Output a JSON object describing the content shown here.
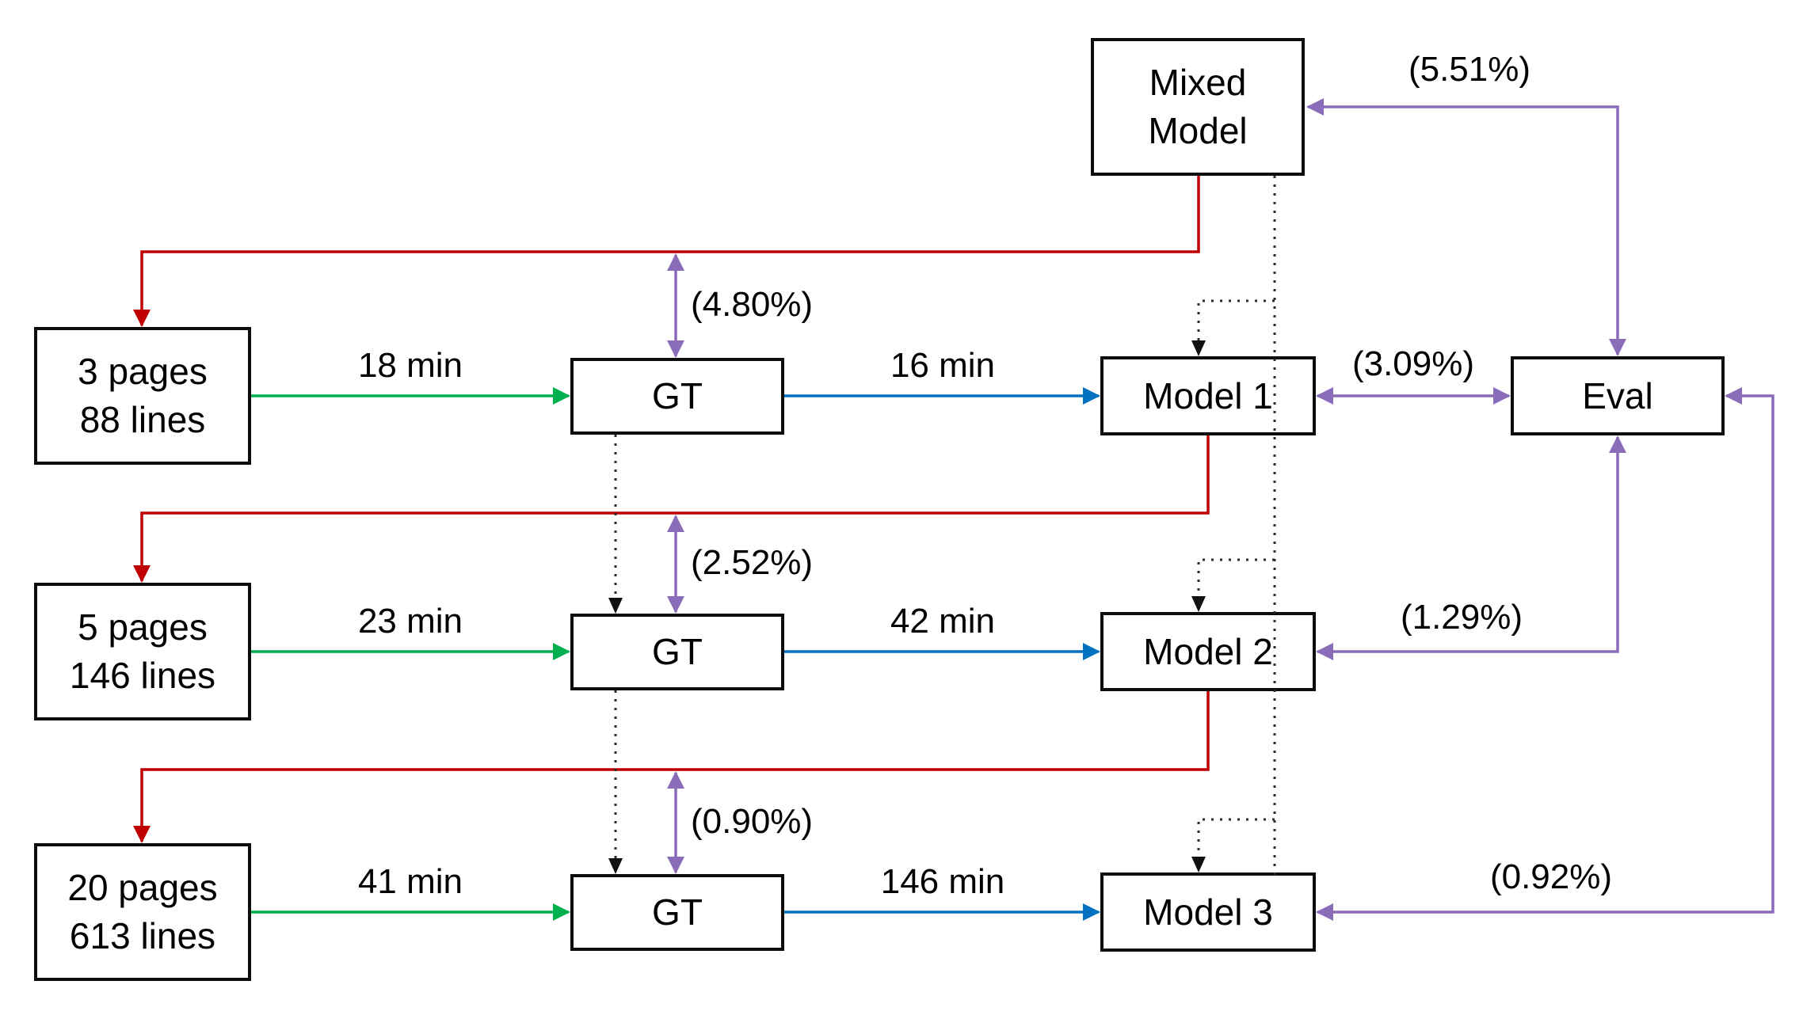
{
  "colors": {
    "red": "#c00000",
    "green": "#00b050",
    "blue": "#0070c0",
    "purple": "#8a6cb9",
    "line_black": "#2b2b2b",
    "box_border": "#0d0d0d",
    "text": "#000000",
    "background": "#ffffff"
  },
  "mixed_model": {
    "line1": "Mixed",
    "line2": "Model"
  },
  "eval_box": {
    "label": "Eval"
  },
  "mixed_eval_pct": "(5.51%)",
  "rows": [
    {
      "doc_line1": "3 pages",
      "doc_line2": "88 lines",
      "gt_label": "GT",
      "time_to_gt": "18 min",
      "model_label": "Model 1",
      "time_to_model": "16 min",
      "gt_mixed_pct": "(4.80%)",
      "model_eval_pct": "(3.09%)"
    },
    {
      "doc_line1": "5 pages",
      "doc_line2": "146 lines",
      "gt_label": "GT",
      "time_to_gt": "23 min",
      "model_label": "Model 2",
      "time_to_model": "42 min",
      "gt_mixed_pct": "(2.52%)",
      "model_eval_pct": "(1.29%)"
    },
    {
      "doc_line1": "20 pages",
      "doc_line2": "613 lines",
      "gt_label": "GT",
      "time_to_gt": "41 min",
      "model_label": "Model 3",
      "time_to_model": "146 min",
      "gt_mixed_pct": "(0.90%)",
      "model_eval_pct": "(0.92%)"
    }
  ]
}
